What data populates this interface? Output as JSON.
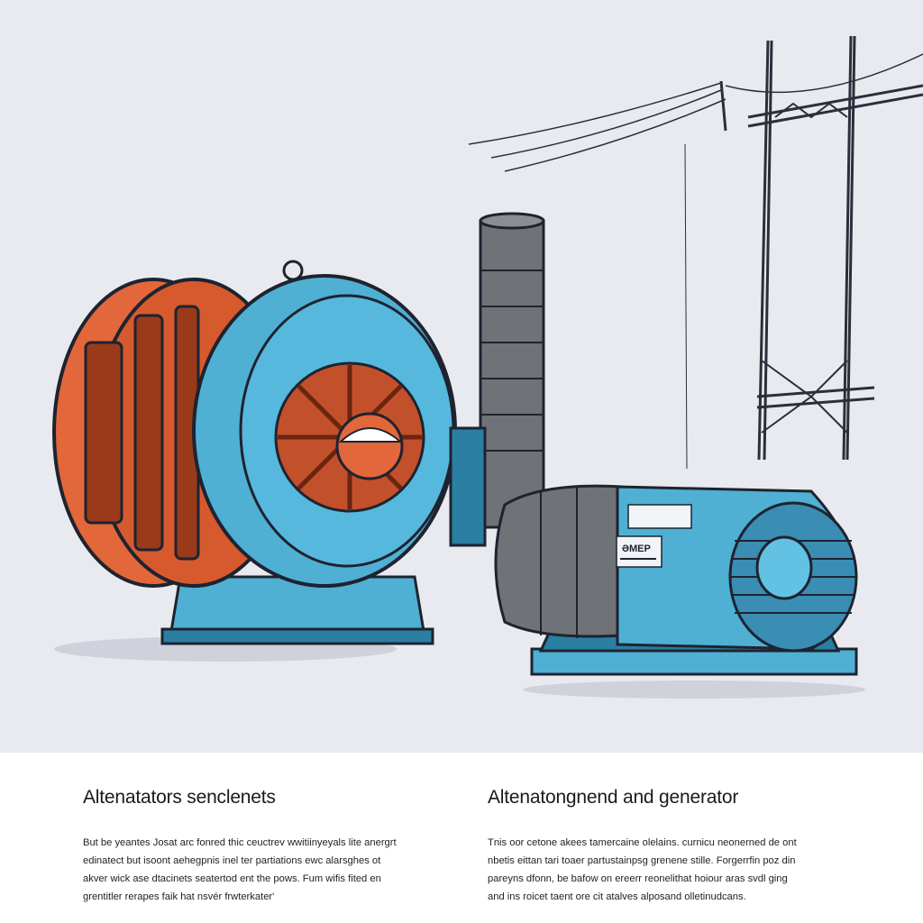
{
  "colors": {
    "background": "#e9eaef",
    "copper": "#e2673a",
    "copper_dark": "#9a3a1a",
    "teal": "#4fb0d3",
    "teal_dark": "#2a7fa3",
    "gray_body": "#6f7277",
    "line": "#1e2330"
  },
  "icons": {
    "left_machine": "alternator-illustration",
    "right_machine": "generator-illustration",
    "tower": "power-line-tower",
    "stack": "exhaust-stack"
  },
  "nameplate": {
    "text": "ƏMEP"
  },
  "captions": {
    "left": {
      "title": "Altenatators senclenets",
      "lines": [
        "But be yeantes Josat arc fonred thic ceuctrev wwitiinyeyals lite anergrt",
        "edinatect but isoont aehegpnis inel ter partiations ewc alarsghes ot",
        "akver wick ase dtacinets seatertod ent the pows. Fum wifis fited en",
        "grentitler rerapes faik hat nsvér frwterkater'"
      ]
    },
    "right": {
      "title": "Altenatongnend and generator",
      "lines": [
        "Tnis oor cetone akees tamercaine olelains. curnicu neonerned de ont",
        "nbetis eittan tari toaer partustainpsg grenene stille. Forgerrfin poz din",
        "pareyns dfonn, be bafow on ereerr reonelithat hoiour aras svdl ging",
        "and ins roicet taent ore cit atalves alposand olletinudcans."
      ]
    }
  }
}
